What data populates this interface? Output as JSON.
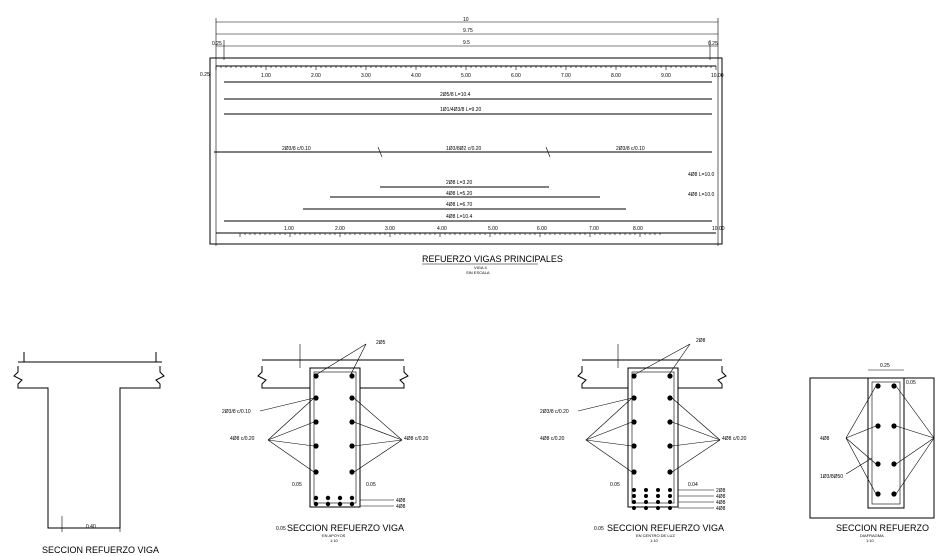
{
  "beam": {
    "title": "REFUERZO VIGAS PRINCIPALES",
    "subtitle1": "VIGA 4",
    "subtitle2": "SIN ESCALA",
    "dims": {
      "top1": "10",
      "top2": "9.75",
      "top3": "9.5",
      "left1": "0.25",
      "right1": "0.25",
      "leftEnd": "0.25"
    },
    "topTicks": [
      "1.00",
      "2.00",
      "3.00",
      "4.00",
      "5.00",
      "6.00",
      "7.00",
      "8.00",
      "9.00",
      "10.00"
    ],
    "bottomTicks": [
      "1.00",
      "2.00",
      "3.00",
      "4.00",
      "5.00",
      "6.00",
      "7.00",
      "8.00",
      "10.00"
    ],
    "barLabels": {
      "b1": "2Ø5/8 L=10.4",
      "b2": "1Ø1/4Ø3/8 L=9.20",
      "stirL": "2Ø3/8 c/0.10",
      "stirM": "1Ø3/8Ø2 c/0.20",
      "stirR": "2Ø3/8 c/0.10",
      "l1": "2Ø8 L=3.20",
      "l2": "4Ø8 L=5.20",
      "l3": "4Ø8 L=6.70",
      "l4": "4Ø8 L=10.4",
      "r1": "4Ø8 L=10.0",
      "r2": "4Ø8 L=10.0"
    }
  },
  "sections": {
    "tSection": {
      "title": "SECCION REFUERZO VIGA",
      "width": "0.40"
    },
    "s1": {
      "title": "SECCION REFUERZO VIGA",
      "sub": "EN APOYOS",
      "scale": "1:10",
      "topLabel": "2Ø5",
      "stirrup": "2Ø3/8 c/0.10",
      "left": "4Ø8 c/0.20",
      "right": "4Ø8 c/0.20",
      "c1": "0.05",
      "c2": "0.05",
      "bot1": "4Ø8",
      "bot2": "4Ø8",
      "depth": "0.05"
    },
    "s2": {
      "title": "SECCION REFUERZO VIGA",
      "sub": "EN CENTRO DE LUZ",
      "scale": "1:10",
      "topLabel": "2Ø8",
      "stirrup": "2Ø3/8 c/0.20",
      "left": "4Ø8 c/0.20",
      "right": "4Ø8 c/0.20",
      "c1": "0.05",
      "c2": "0.04",
      "bot1": "2Ø8",
      "bot2": "4Ø8",
      "bot3": "4Ø8",
      "bot4": "4Ø8",
      "depth": "0.05"
    },
    "s3": {
      "title": "SECCION REFUERZO",
      "sub": "DIAFRAGMA",
      "scale": "1:10",
      "top": "0.25",
      "side": "0.05",
      "left": "4Ø8",
      "stirrup": "1Ø3/8Ø50"
    }
  }
}
